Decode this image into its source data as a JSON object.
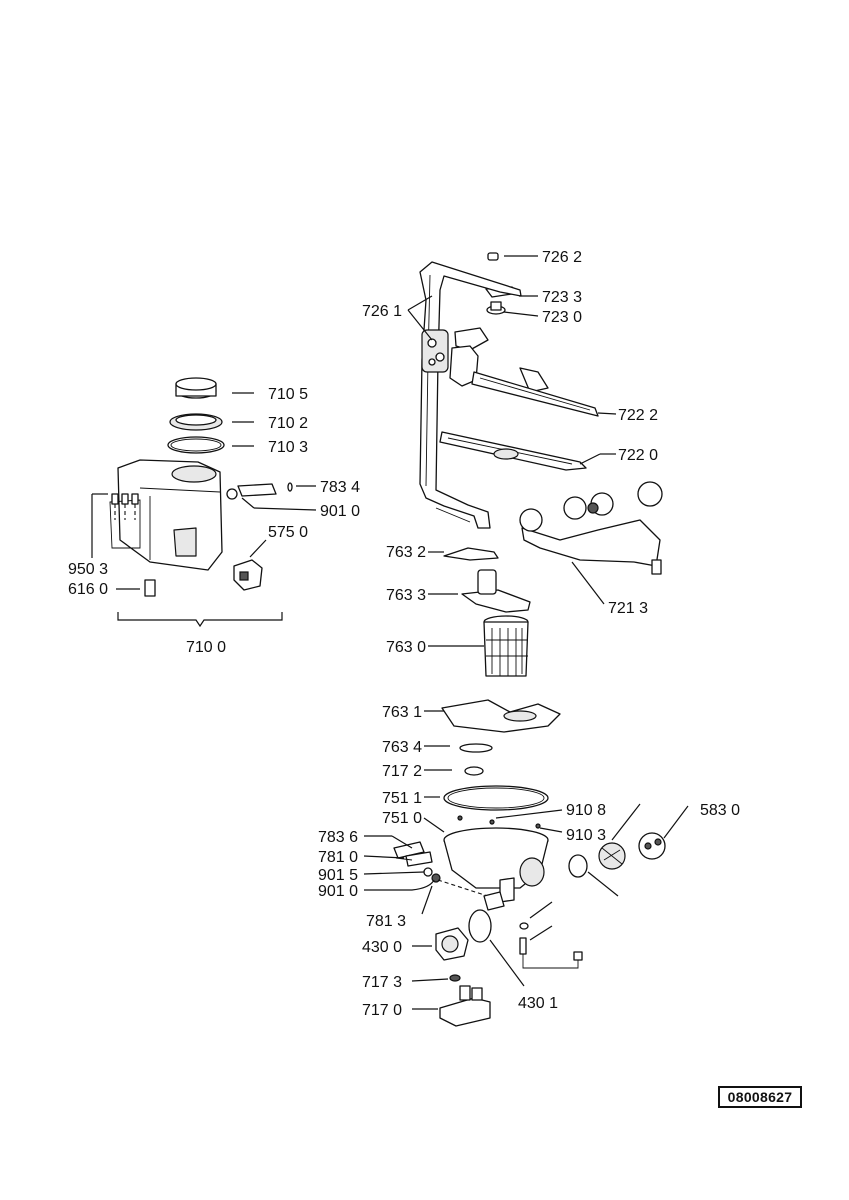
{
  "labels": {
    "p7262": "726 2",
    "p7261": "726 1",
    "p7233": "723 3",
    "p7230": "723 0",
    "p7222": "722 2",
    "p7220": "722 0",
    "p7105": "710 5",
    "p7102": "710 2",
    "p7103": "710 3",
    "p7834": "783 4",
    "p9010a": "901 0",
    "p5750": "575 0",
    "p9503": "950 3",
    "p6160": "616 0",
    "p7100": "710 0",
    "p7632": "763 2",
    "p7633": "763 3",
    "p7630": "763 0",
    "p7213": "721 3",
    "p7631": "763 1",
    "p7634": "763 4",
    "p7172": "717 2",
    "p7511": "751 1",
    "p7510": "751 0",
    "p9108": "910 8",
    "p9103": "910 3",
    "p5830": "583 0",
    "p7836": "783 6",
    "p7810": "781 0",
    "p9015": "901 5",
    "p9010b": "901 0",
    "p7813": "781 3",
    "p4300": "430 0",
    "p4301": "430 1",
    "p7173": "717 3",
    "p7170": "717 0"
  },
  "reference_code": "08008627"
}
